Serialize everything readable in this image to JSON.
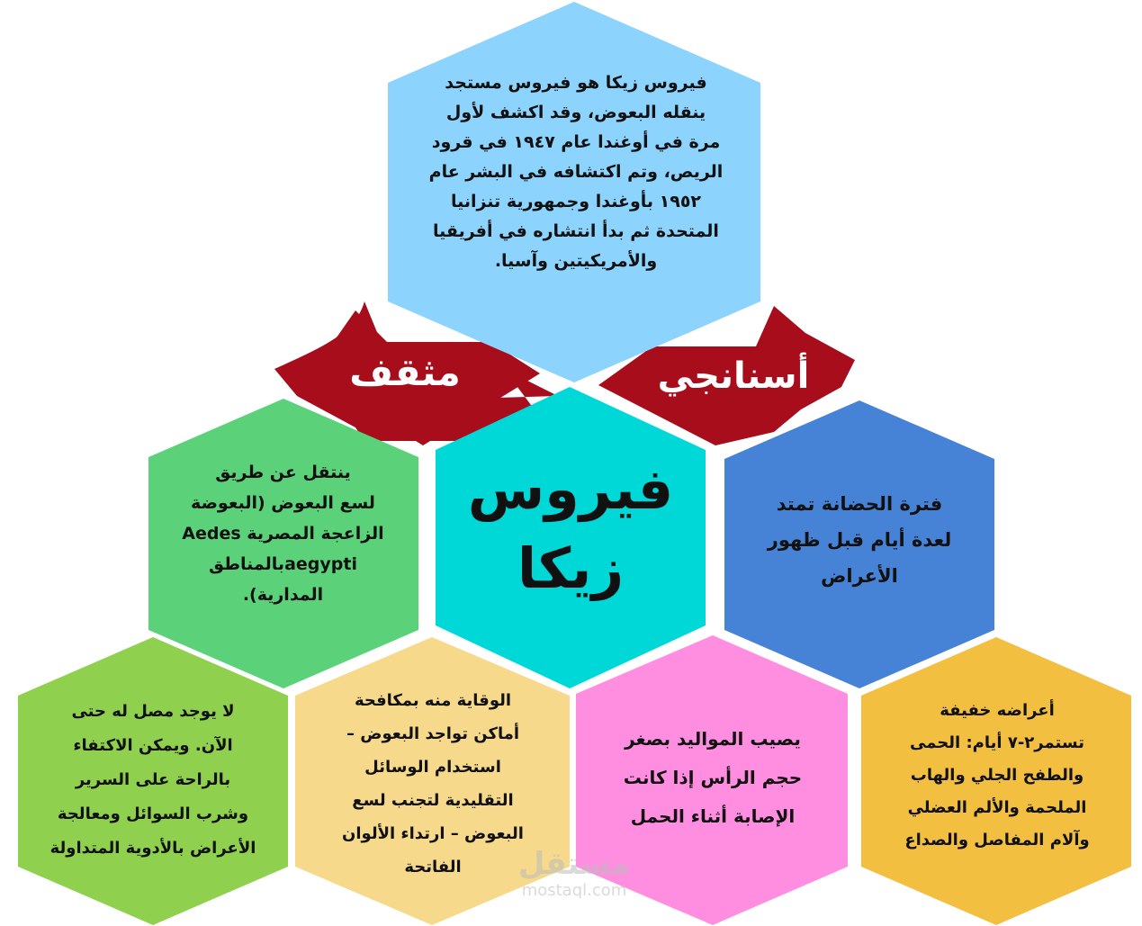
{
  "colors": {
    "top": "#8cd3fd",
    "center": "#00d8d8",
    "left_mid": "#5bd27a",
    "right_mid": "#4683d6",
    "bottom_1": "#8fd14f",
    "bottom_2": "#f6d98b",
    "bottom_3": "#ff8ee0",
    "bottom_4": "#f2bf41",
    "ribbon": "#a70d1b"
  },
  "center": {
    "line1": "فيروس",
    "line2": "زيكا"
  },
  "ribbons": {
    "left": "مثقف",
    "right": "أسنانجي"
  },
  "top_hex": {
    "lines": [
      "فيروس زيكا هو فيروس مستجد",
      "ينقله البعوض، وقد اكشف لأول",
      "مرة في أوغندا عام ١٩٤٧ في قرود",
      "الريص، وتم اكتشافه في البشر عام",
      "١٩٥٢ بأوغندا وجمهورية تنزانيا",
      "المتحدة ثم بدأ انتشاره في أفريقيا",
      "والأمريكيتين وآسيا."
    ]
  },
  "left_mid_hex": {
    "lines": [
      "ينتقل عن طريق",
      "لسع البعوض (البعوضة",
      "الزاعجة المصرية Aedes",
      "aegyptiبالمناطق",
      "المدارية)."
    ]
  },
  "right_mid_hex": {
    "lines": [
      "فترة الحضانة تمتد",
      "لعدة أيام قبل ظهور",
      "الأعراض"
    ]
  },
  "bottom_1_hex": {
    "lines": [
      "لا يوجد مصل له حتى",
      "الآن. ويمكن الاكتفاء",
      "بالراحة على السرير",
      "وشرب السوائل ومعالجة",
      "الأعراض بالأدوية المتداولة"
    ]
  },
  "bottom_2_hex": {
    "lines": [
      "الوقاية منه بمكافحة",
      "أماكن تواجد البعوض –",
      "استخدام الوسائل",
      "التقليدية لتجنب لسع",
      "البعوض – ارتداء الألوان",
      "الفاتحة"
    ]
  },
  "bottom_3_hex": {
    "lines": [
      "يصيب المواليد بصغر",
      "حجم الرأس إذا كانت",
      "الإصابة أثناء الحمل"
    ]
  },
  "bottom_4_hex": {
    "lines": [
      "أعراضه خفيفة",
      "تستمر٢-٧ أيام: الحمى",
      "والطفح الجلي والهاب",
      "الملحمة والألم العضلي",
      "وآلام المفاصل والصداع"
    ]
  },
  "watermark": {
    "brand": "مستقل",
    "url": "mostaql.com"
  }
}
